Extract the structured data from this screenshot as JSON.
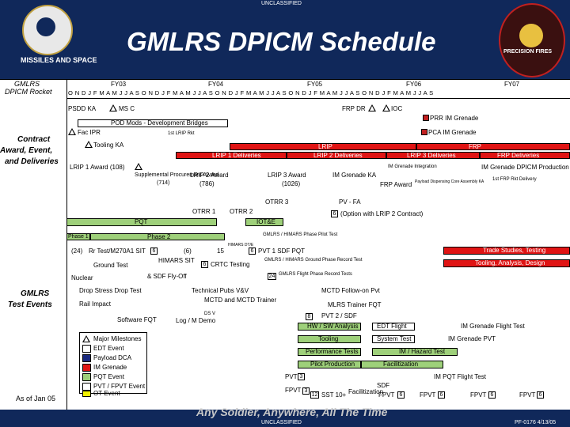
{
  "header": {
    "classification_top": "UNCLASSIFIED",
    "title": "GMLRS DPICM Schedule",
    "left_logo_caption": "MISSILES AND SPACE",
    "right_logo_caption": "PRECISION FIRES"
  },
  "grid": {
    "row_label": "GMLRS DPICM Rocket",
    "fiscal_years": [
      "FY03",
      "FY04",
      "FY05",
      "FY06",
      "FY07"
    ],
    "months": "O N D J F M A M J J A S O N D J F M A M J J A S O N D J F M A M J J A S O N D J F M A M J J A S O N D J F M A M J J A S"
  },
  "sections": {
    "contract": "Contract Award, Event, and Deliveries",
    "test": "GMLRS Test Events",
    "as_of": "As of Jan 05"
  },
  "labels": {
    "ms_c": "MS C",
    "psdd_ka": "PSDD KA",
    "frp_dr": "FRP DR",
    "ioc": "IOC",
    "prr_im_grenade": "PRR IM Grenade",
    "pod_mods": "POD Mods - Development Bridges",
    "pca_im_grenade": "PCA IM Grenade",
    "fac_ipr": "Fac IPR",
    "lrip1_rkt": "1st LRIP Rkt",
    "tooling_ka": "Tooling KA",
    "lrip": "LRIP",
    "frp": "FRP",
    "lrip1_deliveries": "LRIP 1 Deliveries",
    "lrip2_deliveries": "LRIP 2 Deliveries",
    "lrip3_deliveries": "LRIP 3 Deliveries",
    "frp_deliveries": "FRP Deliveries",
    "lrip1_award": "LRIP 1 Award (108)",
    "supplemental": "Supplemental Procurement Award",
    "supplemental_qty": "(714)",
    "lrip2_award": "LRIP 2 Award",
    "lrip2_qty": "(786)",
    "lrip3_award": "LRIP 3 Award",
    "lrip3_qty": "(1026)",
    "im_grenade_ka": "IM Grenade KA",
    "im_grenade_integration": "IM Grenade Integration",
    "frp_award": "FRP Award",
    "payload_dca": "Payload Dispensing Core Assembly KA",
    "im_grenade_dpicm_production": "IM Grenade DPICM Production",
    "frp_rkt_delivery": "1st FRP Rkt Delivery",
    "otrr1": "OTRR 1",
    "otrr2": "OTRR 2",
    "otrr3": "OTRR 3",
    "pv_fa": "PV - FA",
    "pqt": "PQT",
    "iote": "IOT&E",
    "option_lrip2": "(Option with LRIP 2 Contract)",
    "himars_pilot": "GMLRS / HIMARS Phase Pilot Test",
    "phase1": "Phase 1",
    "phase2": "Phase 2",
    "trade_studies": "Trade Studies, Testing",
    "num_24": "(24)",
    "rr_test": "Rr Test/M270A1 SIT",
    "num_6a": "6",
    "num_6b": "(6)",
    "num_15": "15",
    "himars_dt": "HIMARS DT/E",
    "num_6c": "6",
    "pvt_sdf_pqt": "PVT 1 SDF PQT",
    "tooling_analysis": "Tooling, Analysis, Design",
    "ground_test": "Ground Test",
    "nuclear": "Nuclear",
    "himars_sit": "HIMARS SIT",
    "sdf_fly_off": "& SDF Fly-Off",
    "num_6d": "6",
    "crtc_testing": "CRTC Testing",
    "himars_ground": "GMLRS / HIMARS Ground Phase Record Test",
    "num_24b": "24",
    "flight_phase": "GMLRS Flight Phase Record Tests",
    "drop_stress": "Drop Stress Drop Test",
    "rail_impact": "Rail Impact",
    "software_fqt": "Software FQT",
    "technical_pubs": "Technical Pubs V&V",
    "mctd_and": "MCTD and MCTD Trainer",
    "ds_v": "DS V",
    "log_m_demo": "Log / M Demo",
    "mctd_followon": "MCTD Follow-on Pvt",
    "mlrs_trainer": "MLRS Trainer FQT",
    "num_8": "8",
    "pvt2_sdf": "PVT 2 / SDF",
    "hw_sw": "HW / SW Analysis",
    "edt_flight": "EDT Flight",
    "system_test": "System Test",
    "im_grenade_flight": "IM Grenade Flight Test",
    "im_grenade_pvt": "IM Grenade PVT",
    "tooling": "Tooling",
    "performance_tests": "Performance Tests",
    "im_hazard": "IM / Hazard Test",
    "pilot_production": "Pilot Production",
    "facilitization": "Facilitization",
    "pvt_3": "PVT",
    "num_3a": "3",
    "im_pqt": "IM PQT Flight Test",
    "fpvt_a": "FPVT",
    "num_3b": "3",
    "num_12": "12",
    "sst": "SST 10+",
    "facilitization2": "Facilitization",
    "sdf": "SDF",
    "fpvt_b": "FPVT",
    "num_6e": "6",
    "fpvt_c": "FPVT",
    "num_6f": "6",
    "fpvt_d": "FPVT",
    "num_6g": "6",
    "fpvt_e": "FPVT",
    "num_6h": "6"
  },
  "legend": [
    "Major Milestones",
    "EDT Event",
    "Payload DCA",
    "IM Grenade",
    "PQT Event",
    "PVT / FPVT Event",
    "OT Event"
  ],
  "footer": {
    "slogan": "Any Soldier, Anywhere, All The Time",
    "classification_bottom": "UNCLASSIFIED",
    "doc_id": "PF-0176 4/13/05"
  },
  "colors": {
    "header_bg": "#10285a",
    "title_text": "#ffffff",
    "green_bar": "#9ed07a",
    "red_bar": "#e01414"
  }
}
